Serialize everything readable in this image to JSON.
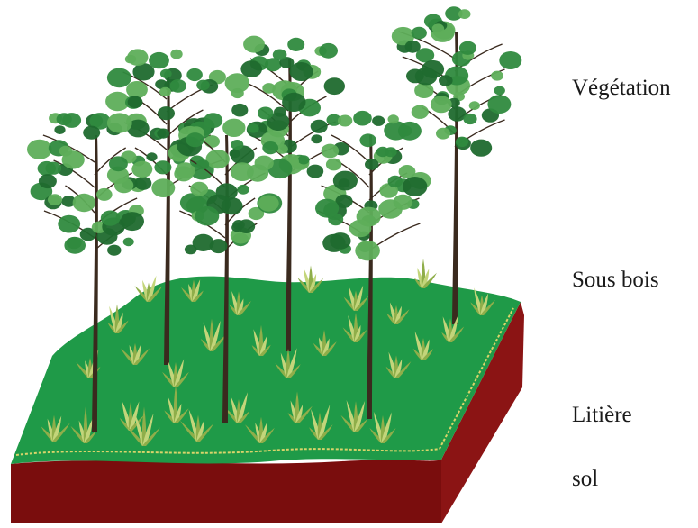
{
  "labels": {
    "vegetation": "Végétation",
    "sous_bois": "Sous bois",
    "litiere": "Litière",
    "sol": "sol"
  },
  "colors": {
    "ground_top": "#1f9a48",
    "ground_edge": "#2aa853",
    "litter_line": "#d9d46a",
    "soil": "#7a0d0d",
    "soil_side": "#8b1414",
    "trunk": "#3a2a1e",
    "foliage_dark": "#1f6a2e",
    "foliage_mid": "#2f8a3e",
    "foliage_light": "#5eae5a",
    "grass": "#c3d57a",
    "grass_dark": "#8fae4a"
  }
}
